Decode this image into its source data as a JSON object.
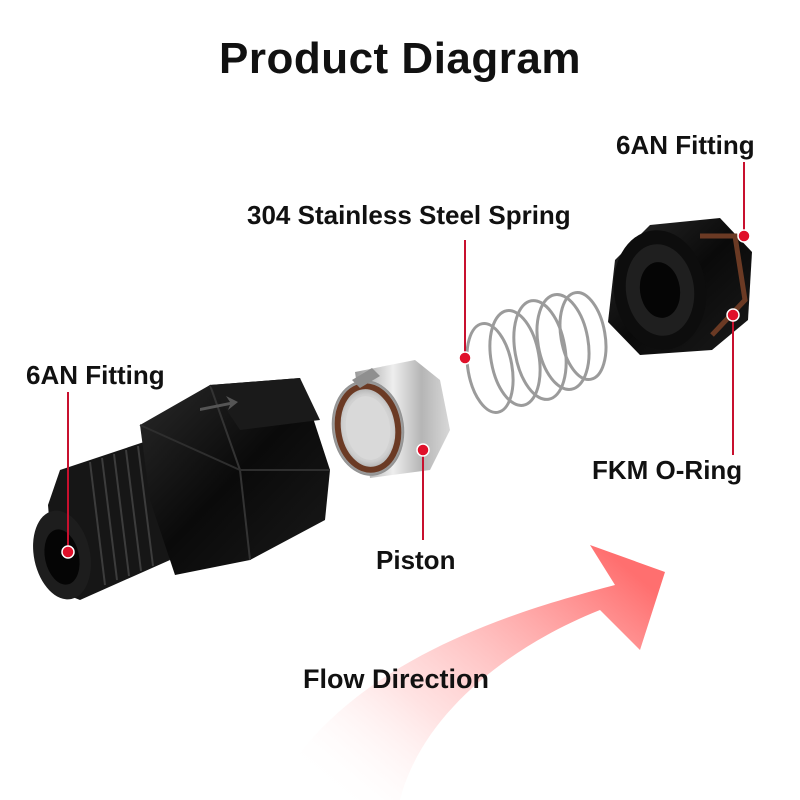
{
  "title": "Product Diagram",
  "callouts": {
    "left_fitting": "6AN Fitting",
    "right_fitting": "6AN Fitting",
    "spring": "304 Stainless Steel Spring",
    "piston": "Piston",
    "o_ring": "FKM O-Ring",
    "flow": "Flow Direction"
  },
  "colors": {
    "callout_line": "#c8102e",
    "callout_dot": "#e0102a",
    "anodized_black": "#111111",
    "steel": "#c9c9c9",
    "o_ring": "#6b3a24",
    "flow_arrow": "#ff6f6f"
  }
}
